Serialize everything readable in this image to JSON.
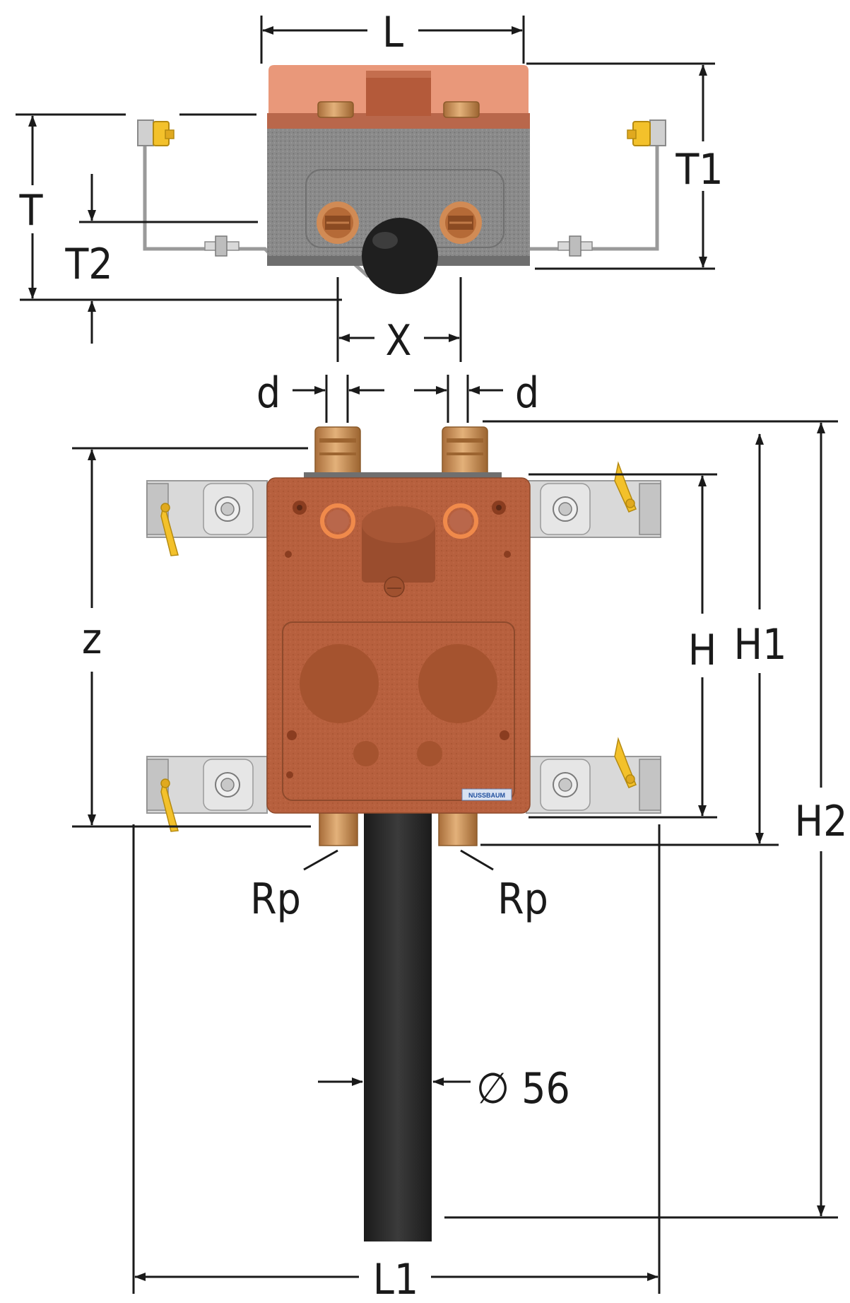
{
  "dimensions": {
    "L": "L",
    "T": "T",
    "T1": "T1",
    "T2": "T2",
    "X": "X",
    "d_left": "d",
    "d_right": "d",
    "z": "z",
    "H": "H",
    "H1": "H1",
    "H2": "H2",
    "Rp_left": "Rp",
    "Rp_right": "Rp",
    "diameter": "∅ 56",
    "L1": "L1"
  },
  "brand_text": "NUSSBAUM",
  "colors": {
    "eps_top": "#e9987a",
    "eps_dark": "#b9674b",
    "eps_front": "#b7603e",
    "eps_grey": "#8a8a8a",
    "brass": "#c88f57",
    "copper_ring": "#f08a4b",
    "pipe": "#2a2a2a",
    "clip_yellow": "#f3c12b",
    "steel": "#d9d9d9",
    "line": "#1a1a1a"
  }
}
